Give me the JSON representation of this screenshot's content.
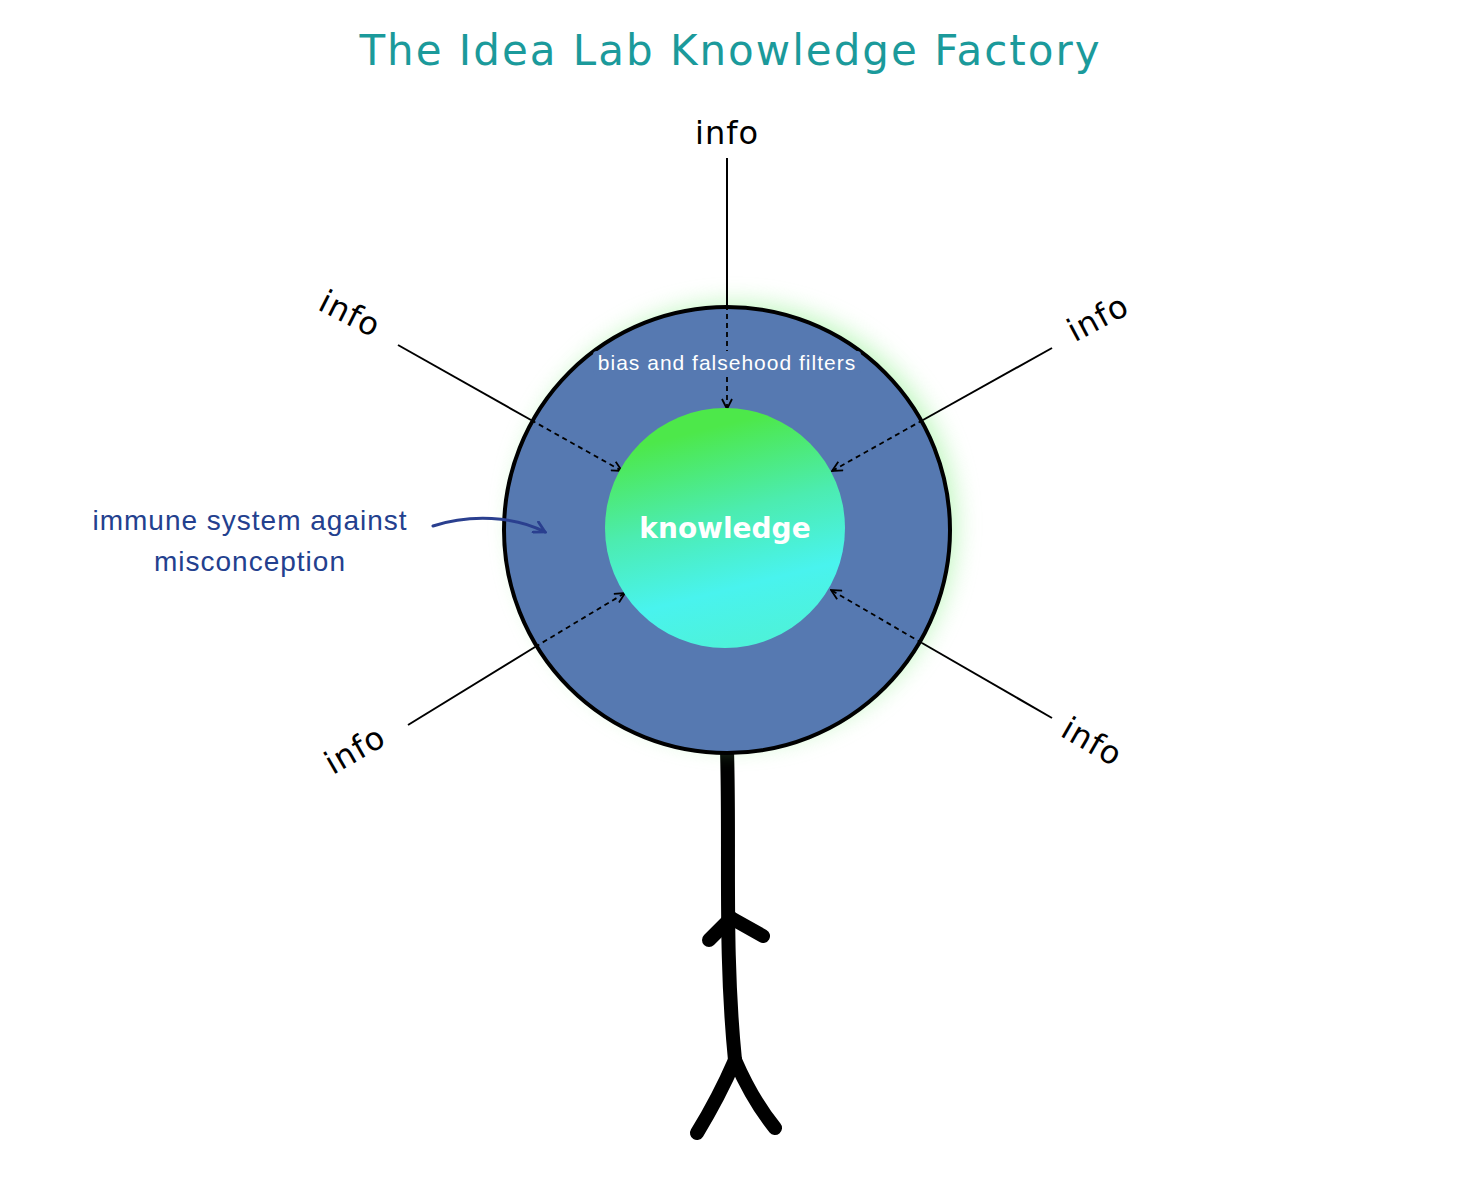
{
  "diagram": {
    "title": "The Idea Lab Knowledge Factory",
    "nodes": [
      {
        "text": [
          "bias and falsehood filters"
        ]
      },
      {
        "text": [
          "knowledge"
        ],
        "in": 0
      }
    ],
    "labels": [
      "immune system against misconception",
      "info",
      "info",
      "info",
      "info",
      "info"
    ]
  }
}
